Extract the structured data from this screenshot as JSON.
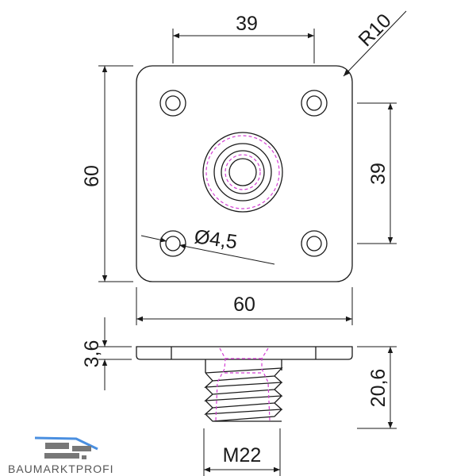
{
  "dimensions": {
    "top_hole_spacing": "39",
    "corner_radius": "R10",
    "plate_height": "60",
    "side_hole_spacing": "39",
    "hole_diameter": "Ø4,5",
    "plate_width": "60",
    "plate_thickness": "3,6",
    "total_height": "20,6",
    "thread": "M22"
  },
  "logo": {
    "text": "BAUMARKTPROFI"
  },
  "colors": {
    "hidden_line": "#d43fd4",
    "logo_blue": "#4a8fe0",
    "logo_gray": "#777777"
  }
}
